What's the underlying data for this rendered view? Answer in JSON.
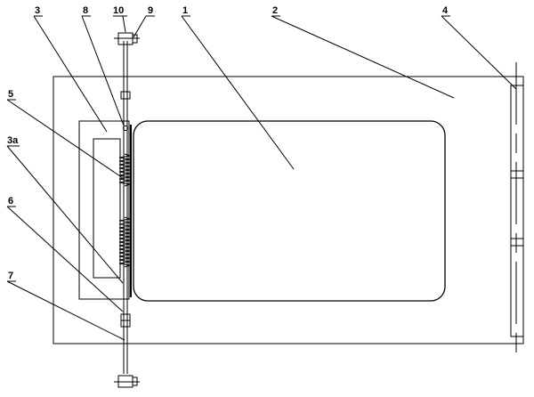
{
  "labels": {
    "l1": "1",
    "l2": "2",
    "l3": "3",
    "l3a": "3a",
    "l4": "4",
    "l5": "5",
    "l6": "6",
    "l7": "7",
    "l8": "8",
    "l9": "9",
    "l10": "10"
  },
  "colors": {
    "stroke": "#000000",
    "background": "#ffffff"
  }
}
